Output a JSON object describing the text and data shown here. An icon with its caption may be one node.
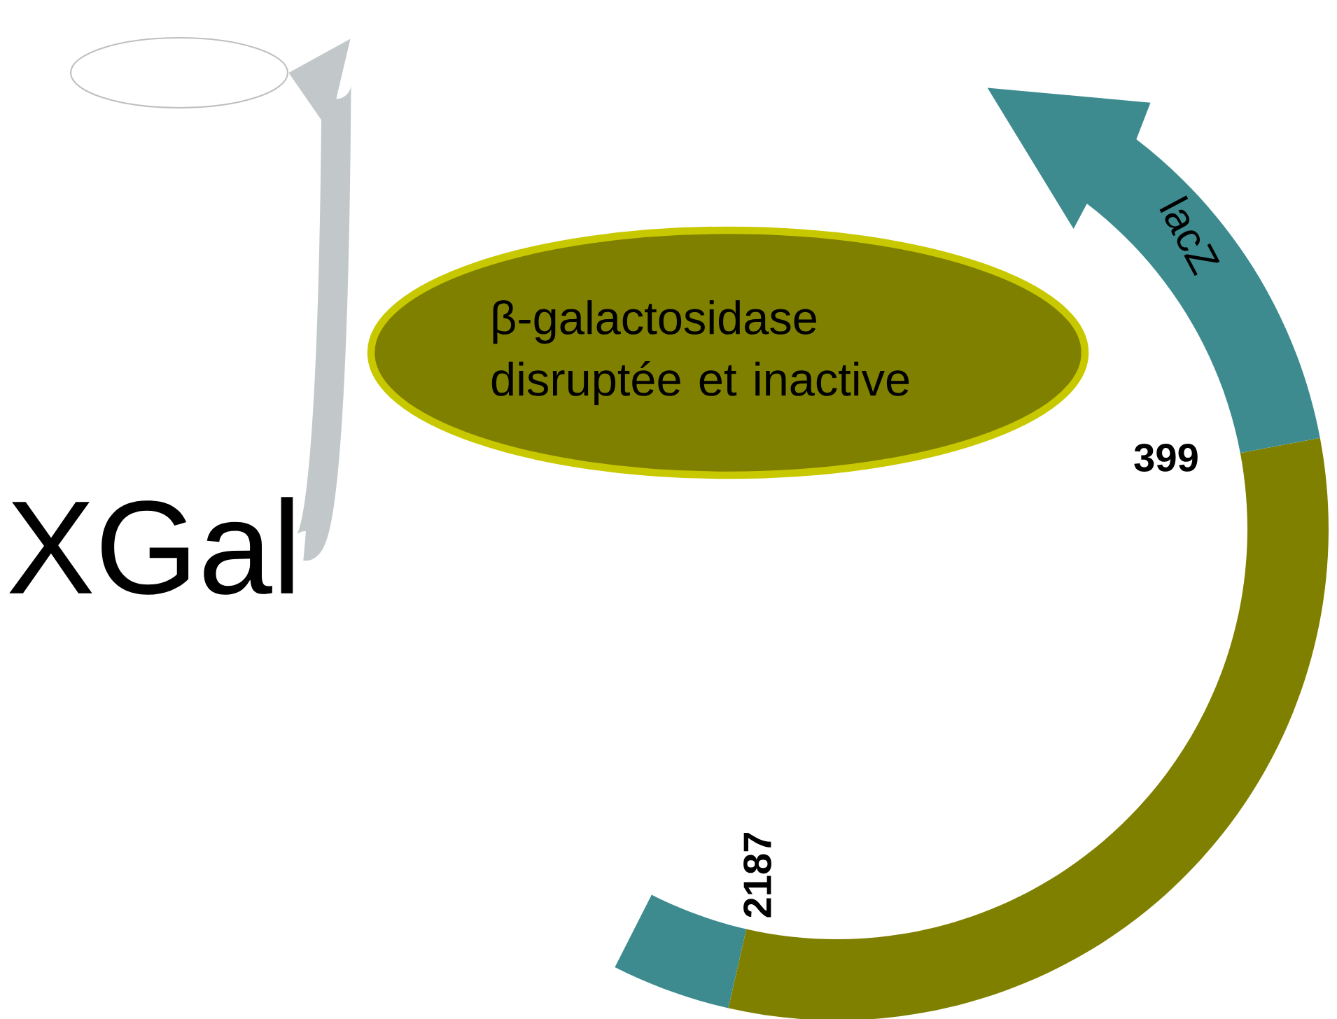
{
  "diagram": {
    "nodes": [
      {
        "text": [
          "XGal"
        ]
      },
      {
        "text": [],
        "shape": "ellipse"
      },
      {
        "text": [
          "β-galactosidase disruptée et inactive"
        ]
      }
    ],
    "edges": [
      {
        "from": 0,
        "to": 1,
        "arrow": "to"
      }
    ],
    "labels": [
      "lacZ",
      "399",
      "2187"
    ]
  }
}
